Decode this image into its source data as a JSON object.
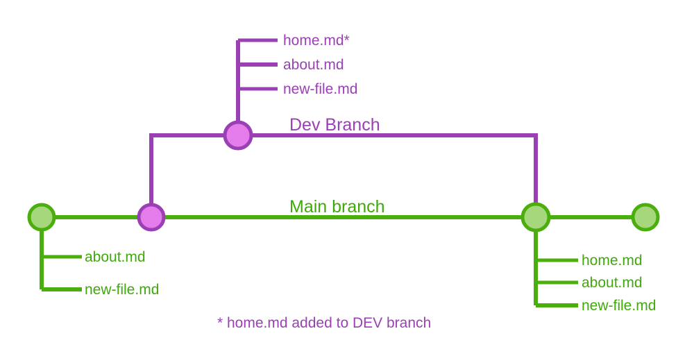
{
  "diagram": {
    "title": "Git branching diagram",
    "colors": {
      "purple_stroke": "#9b3fb5",
      "purple_fill": "#e47ceb",
      "green_stroke": "#4aae0c",
      "green_fill": "#a7d77d"
    },
    "branches": {
      "dev": {
        "label": "Dev Branch",
        "files": [
          {
            "name": "home.md*"
          },
          {
            "name": "about.md"
          },
          {
            "name": "new-file.md"
          }
        ]
      },
      "main": {
        "label": "Main branch",
        "initial_files": [
          {
            "name": "about.md"
          },
          {
            "name": "new-file.md"
          }
        ],
        "merged_files": [
          {
            "name": "home.md"
          },
          {
            "name": "about.md"
          },
          {
            "name": "new-file.md"
          }
        ]
      }
    },
    "footnote": "* home.md added to DEV branch",
    "nodes": [
      {
        "id": "main-initial-commit-node",
        "type": "green"
      },
      {
        "id": "branch-point-node",
        "type": "purple"
      },
      {
        "id": "dev-commit-node",
        "type": "purple"
      },
      {
        "id": "merge-commit-node",
        "type": "green"
      },
      {
        "id": "main-head-node",
        "type": "green"
      }
    ]
  }
}
